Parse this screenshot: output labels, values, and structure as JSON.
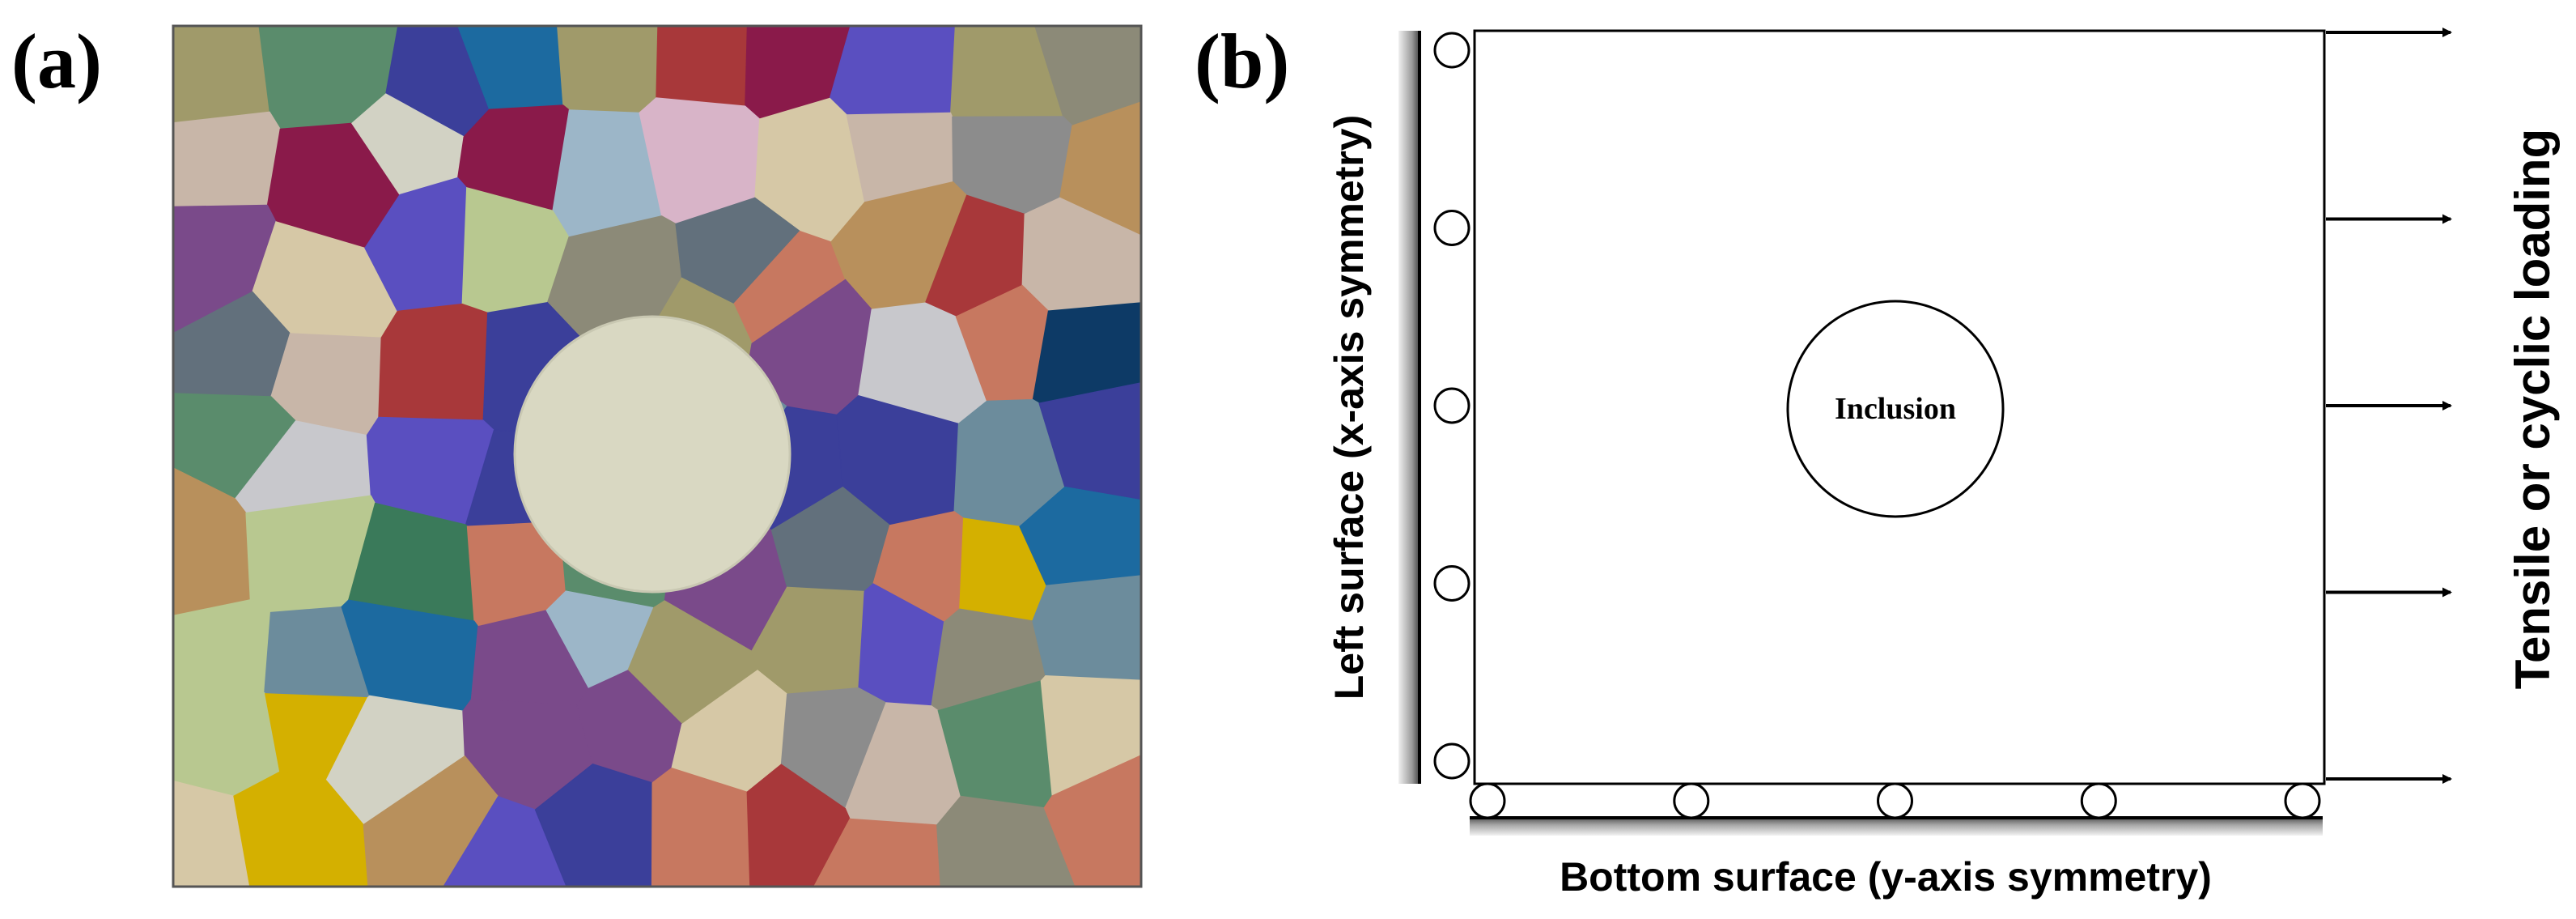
{
  "panel_a": {
    "label": "(a)"
  },
  "panel_b": {
    "label": "(b)",
    "left_surface_label": "Left surface (x-axis symmetry)",
    "bottom_surface_label": "Bottom surface (y-axis symmetry)",
    "loading_label": "Tensile or cyclic loading",
    "inclusion_label": "Inclusion",
    "left_roller_count": 5,
    "bottom_roller_count": 5,
    "arrow_count": 5
  },
  "grain_palette": [
    "#0d3a66",
    "#1c6aa0",
    "#3b3f9a",
    "#5a4fc0",
    "#7a4a8a",
    "#8a1a4a",
    "#a8383a",
    "#c77860",
    "#b8905c",
    "#d6c8a6",
    "#d2d2c4",
    "#c8c8cc",
    "#8c8c8c",
    "#62707c",
    "#6c8c9c",
    "#9cb6c8",
    "#9ca8d0",
    "#c8b6a8",
    "#d8b4c8",
    "#5a8c6c",
    "#3a7a5a",
    "#d4b000",
    "#b8c890",
    "#a09a6a",
    "#8c8a78"
  ],
  "inclusion_color": "#d9d8c2"
}
